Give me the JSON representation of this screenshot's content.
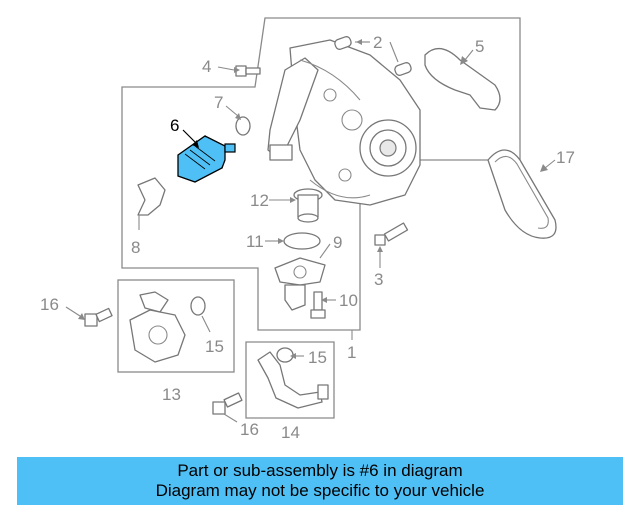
{
  "callouts": {
    "c1": "1",
    "c2": "2",
    "c3": "3",
    "c4": "4",
    "c5": "5",
    "c6": "6",
    "c7": "7",
    "c8": "8",
    "c9": "9",
    "c10": "10",
    "c11": "11",
    "c12": "12",
    "c13": "13",
    "c14": "14",
    "c15a": "15",
    "c15b": "15",
    "c16a": "16",
    "c16b": "16",
    "c17": "17"
  },
  "highlight": {
    "part_number": "6",
    "color": "#4fc0f5"
  },
  "banner": {
    "line1": "Part or sub-assembly is #6 in diagram",
    "line2": "Diagram may not be specific to your vehicle",
    "background": "#4fc0f5"
  }
}
